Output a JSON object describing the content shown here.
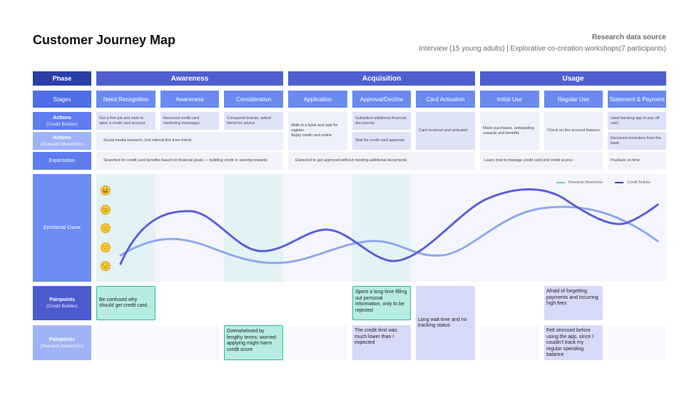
{
  "header": {
    "title": "Customer Journey Map",
    "source_label": "Research data source",
    "source_text": "Interview (15 young adults) | Explorative co-creation workshops(7 participants)"
  },
  "rows": {
    "phase": "Phase",
    "stages": "Stages",
    "actions_cb": "Actions",
    "actions_cb_sub": "(Credit Builder)",
    "actions_rm": "Actions",
    "actions_rm_sub": "(Rewards Maximizer)",
    "expectation": "Expectation",
    "emotional": "Emotional Curve",
    "pain_cb": "Painpoints",
    "pain_cb_sub": "(Credit Builder)",
    "pain_rm": "Painpoints",
    "pain_rm_sub": "(Rewards Maximizer)"
  },
  "phases": [
    "Awareness",
    "Acquisition",
    "Usage"
  ],
  "stages": [
    "Need Recognition",
    "Awareness",
    "Consideration",
    "Application",
    "Approval/Decline",
    "Card Activation",
    "Initial Use",
    "Regular Use",
    "Statement & Payment"
  ],
  "actions_cb": [
    "Got a first job and wish to open a credit card account",
    "Received credit card marketing messages",
    "Compared brands; asked friend for advice",
    "Walk in a bank and wait for register\nApply credit card online",
    "Submitted additional financial documents",
    "Card received and activated",
    "Made purchases, anticipating rewards and benefits",
    "Check on the account balance",
    "Used banking app to pay off card"
  ],
  "actions_rm": [
    "Social media research; Got referral link from friend",
    "Wait for credit card approval",
    "Received reminders from the bank"
  ],
  "expectations": [
    "Searched for credit card benefits based on financial goals — building credit or earning rewards",
    "Expected to get approved without needing additional documents",
    "Learn how to manage credit card and credit scores",
    "Payback on-time"
  ],
  "legend": {
    "rm": "Rewards Maximizer",
    "cb": "Credit Builder"
  },
  "colors": {
    "rm_line": "#8ea8ef",
    "cb_line": "#5a5fdc",
    "legend_rm": "#5cd6c4",
    "legend_cb": "#2f3bb8"
  },
  "faces": [
    "😆",
    "😊",
    "🙂",
    "🙁",
    "😒"
  ],
  "pain_cb": [
    "Be confused why should get credit card.",
    "Spent a long time filling out personal information, only to be rejected",
    "Long wait time and no tracking status",
    "Afraid of forgetting payments and incurring high fees"
  ],
  "pain_rm": [
    "Overwhelmed by lengthy terms; worried applying might harm credit score",
    "The credit limit was much lower than I expected",
    "Felt stressed before using the app, since I couldn't track my regular spending balance"
  ]
}
